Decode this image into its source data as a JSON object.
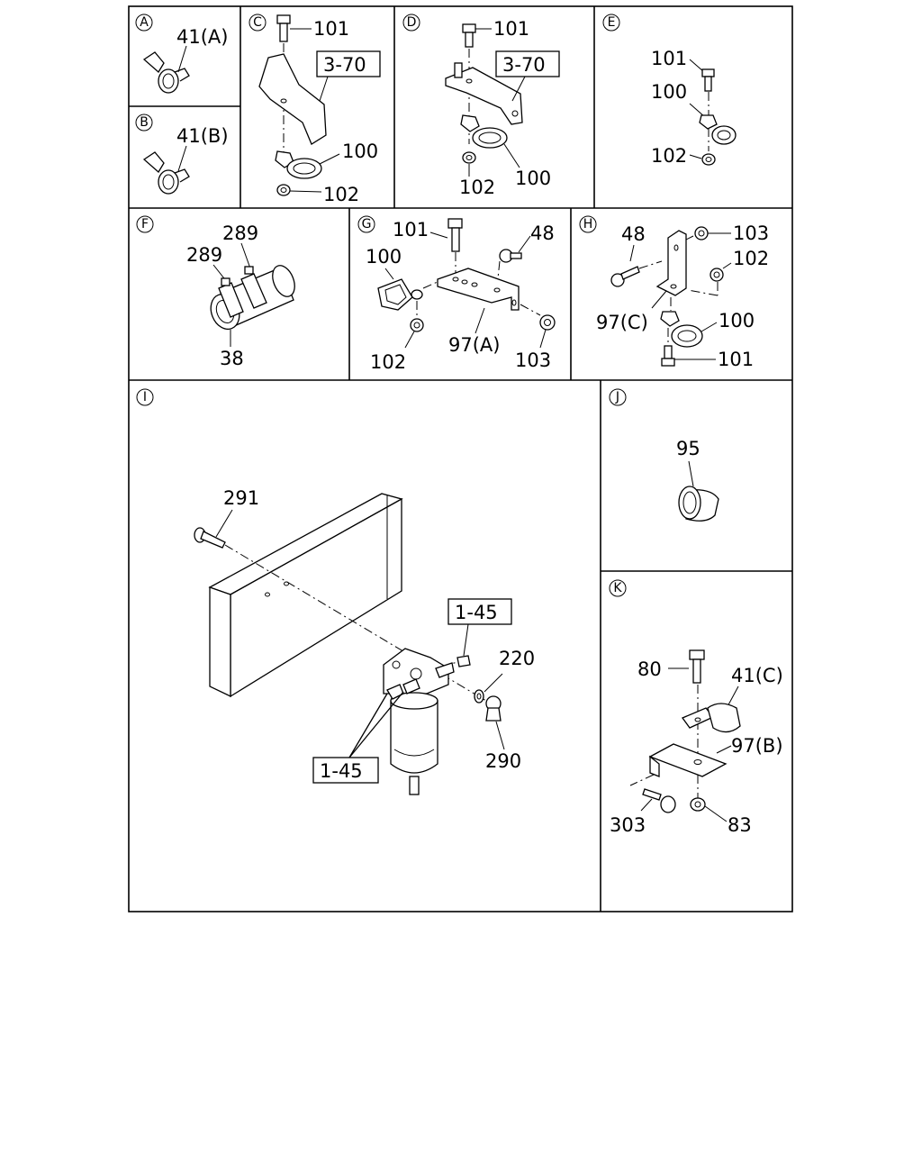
{
  "panels": {
    "A": {
      "letter": "A",
      "labels": [
        "41(A)"
      ]
    },
    "B": {
      "letter": "B",
      "labels": [
        "41(B)"
      ]
    },
    "C": {
      "letter": "C",
      "labels": [
        "101",
        "3-70",
        "100",
        "102"
      ]
    },
    "D": {
      "letter": "D",
      "labels": [
        "101",
        "3-70",
        "102",
        "100"
      ]
    },
    "E": {
      "letter": "E",
      "labels": [
        "101",
        "100",
        "102"
      ]
    },
    "F": {
      "letter": "F",
      "labels": [
        "289",
        "289",
        "38"
      ]
    },
    "G": {
      "letter": "G",
      "labels": [
        "101",
        "48",
        "100",
        "97(A)",
        "102",
        "103"
      ]
    },
    "H": {
      "letter": "H",
      "labels": [
        "48",
        "103",
        "102",
        "97(C)",
        "100",
        "101"
      ]
    },
    "I": {
      "letter": "I",
      "labels": [
        "291",
        "1-45",
        "220",
        "1-45",
        "290"
      ]
    },
    "J": {
      "letter": "J",
      "labels": [
        "95"
      ]
    },
    "K": {
      "letter": "K",
      "labels": [
        "80",
        "41(C)",
        "97(B)",
        "303",
        "83"
      ]
    }
  }
}
